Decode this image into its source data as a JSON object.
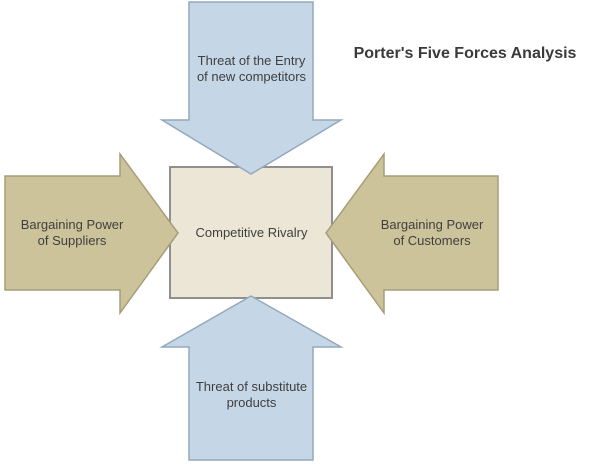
{
  "title": "Porter's Five Forces Analysis",
  "diagram": {
    "center": {
      "label": "Competitive Rivalry"
    },
    "forces": {
      "top": {
        "label": "Threat of the Entry\nof new competitors",
        "direction": "down"
      },
      "left": {
        "label": "Bargaining Power\nof Suppliers",
        "direction": "right"
      },
      "right": {
        "label": "Bargaining Power\nof Customers",
        "direction": "left"
      },
      "bottom": {
        "label": "Threat of substitute\nproducts",
        "direction": "up"
      }
    }
  },
  "colors": {
    "background": "#ffffff",
    "blue_fill": "#c5d6e7",
    "blue_stroke": "#93a9bb",
    "tan_fill": "#ccc39b",
    "tan_stroke": "#a69d79",
    "box_fill": "#ebe6d5",
    "box_stroke": "#8f8f8f",
    "label_text": "#3f3f3f",
    "title_text": "#3a3a3a"
  }
}
